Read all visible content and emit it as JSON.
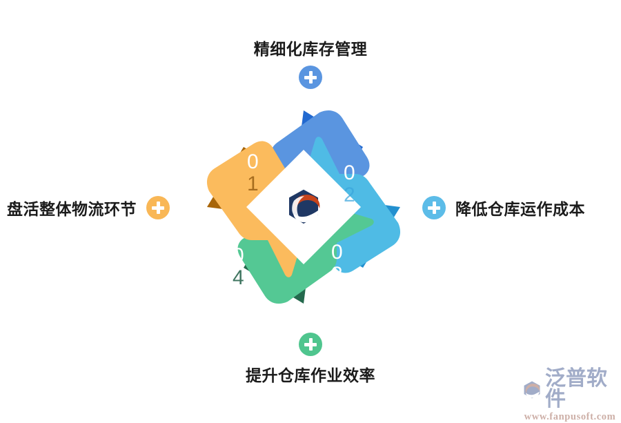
{
  "diagram": {
    "title_hidden": "",
    "center": {
      "logo_icon": "fanpu-hexagon-logo",
      "logo_colors": {
        "hex": "#1F3864",
        "swoosh": "#C8441B"
      }
    },
    "segments": [
      {
        "index": "01",
        "index_digit_top": "0",
        "index_digit_bottom": "1",
        "label": "精细化库存管理",
        "position": "top",
        "color": "#5A95E0",
        "shadow_color": "#2269D0",
        "badge_color": "#5A95E0"
      },
      {
        "index": "02",
        "index_digit_top": "0",
        "index_digit_bottom": "2",
        "label": "降低仓库运作成本",
        "position": "right",
        "color": "#4FBBE5",
        "shadow_color": "#2390CF",
        "badge_color": "#5CBCE8"
      },
      {
        "index": "03",
        "index_digit_top": "0",
        "index_digit_bottom": "3",
        "label": "提升仓库作业效率",
        "position": "bottom",
        "color": "#54C894",
        "shadow_color": "#24694D",
        "badge_color": "#4FC58E"
      },
      {
        "index": "04",
        "index_digit_top": "0",
        "index_digit_bottom": "4",
        "label": "盘活整体物流环节",
        "position": "left",
        "color": "#FBBB5D",
        "shadow_color": "#A86508",
        "badge_color": "#F9B champagne"
      }
    ]
  },
  "callouts": {
    "top": {
      "label": "精细化库存管理",
      "badge_color": "#5A95E0",
      "icon": "plus-icon"
    },
    "right": {
      "label": "降低仓库运作成本",
      "badge_color": "#5CBCE8",
      "icon": "plus-icon"
    },
    "bottom": {
      "label": "提升仓库作业效率",
      "badge_color": "#4FC58E",
      "icon": "plus-icon"
    },
    "left": {
      "label": "盘活整体物流环节",
      "badge_color": "#F9B756",
      "icon": "plus-icon"
    }
  },
  "watermark": {
    "brand": "泛普软件",
    "url": "www.fanpusoft.com",
    "icon": "fanpu-logo-icon",
    "brand_color": "#9AA6C4",
    "url_color": "#C9A9A0"
  }
}
